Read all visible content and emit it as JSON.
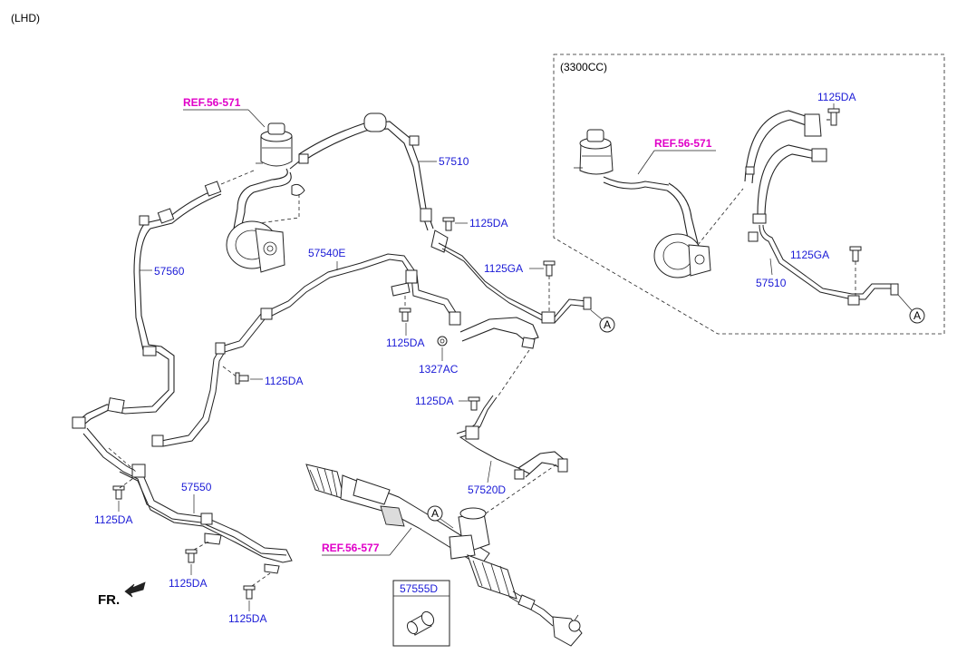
{
  "diagram": {
    "variant_label": "(LHD)",
    "inset_label": "(3300CC)",
    "direction_label": "FR.",
    "callout_letter": "A",
    "ref_labels": {
      "reservoir_main": "REF.56-571",
      "reservoir_inset": "REF.56-571",
      "gear_box": "REF.56-577"
    },
    "part_labels": {
      "pressure_hose": "57510",
      "pressure_hose_inset": "57510",
      "return_hose_upper": "57560",
      "return_tube": "57540E",
      "cooler_tube": "57550",
      "return_hose_lower": "57520D",
      "grommet_box": "57555D",
      "clamp_nut": "1327AC"
    },
    "bolt_labels": {
      "bolt_pressure_hose": "1125DA",
      "bolt_ga_main": "1125GA",
      "bolt_return_bracket": "1125DA",
      "bolt_tube_left": "1125DA",
      "bolt_lower_hose": "1125DA",
      "bolt_cooler_left": "1125DA",
      "bolt_cooler_mid": "1125DA",
      "bolt_cooler_bottom": "1125DA",
      "bolt_inset_top": "1125DA",
      "bolt_inset_ga": "1125GA"
    }
  }
}
